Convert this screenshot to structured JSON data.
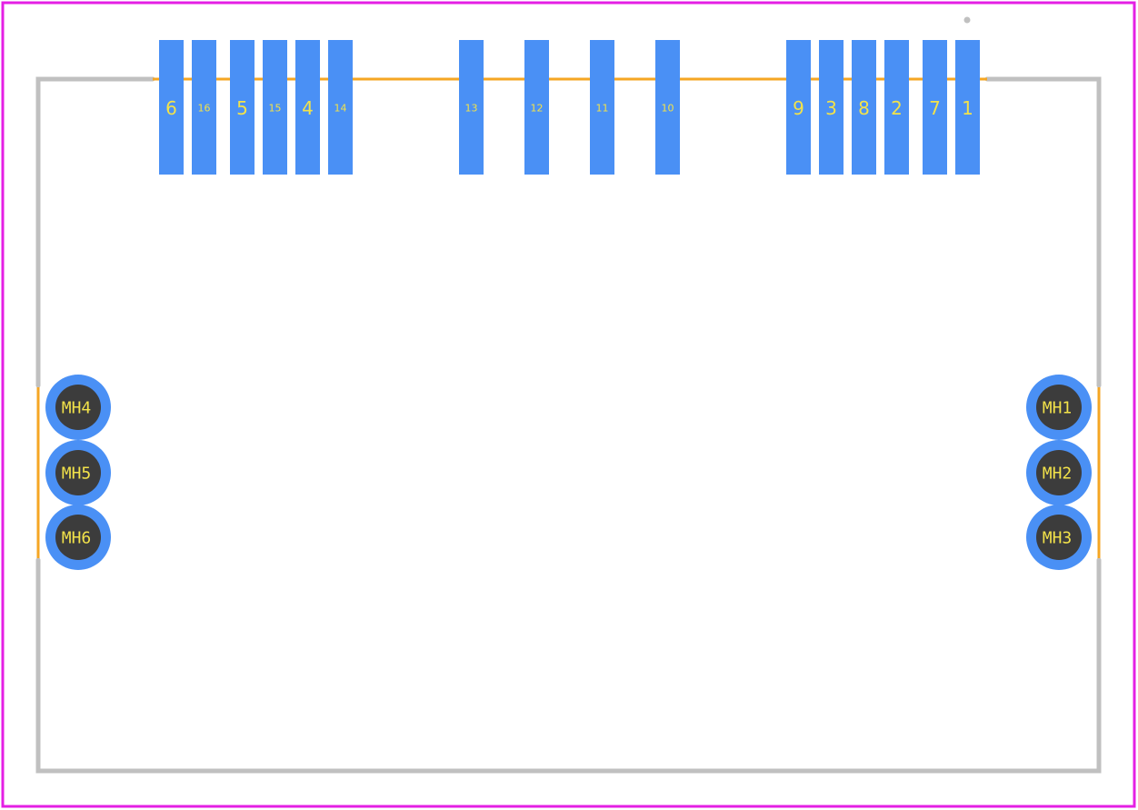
{
  "colors": {
    "board_outline": "#e41fe4",
    "silkscreen": "#c0c0c0",
    "courtyard": "#f5a623",
    "pad": "#4a90f5",
    "hole": "#3c3c3c",
    "label": "#f2e24a"
  },
  "pads": [
    {
      "label": "6"
    },
    {
      "label": "16"
    },
    {
      "label": "5"
    },
    {
      "label": "15"
    },
    {
      "label": "4"
    },
    {
      "label": "14"
    },
    {
      "label": "13"
    },
    {
      "label": "12"
    },
    {
      "label": "11"
    },
    {
      "label": "10"
    },
    {
      "label": "9"
    },
    {
      "label": "3"
    },
    {
      "label": "8"
    },
    {
      "label": "2"
    },
    {
      "label": "7"
    },
    {
      "label": "1"
    }
  ],
  "mounting_holes": [
    {
      "label": "MH4"
    },
    {
      "label": "MH5"
    },
    {
      "label": "MH6"
    },
    {
      "label": "MH1"
    },
    {
      "label": "MH2"
    },
    {
      "label": "MH3"
    }
  ]
}
